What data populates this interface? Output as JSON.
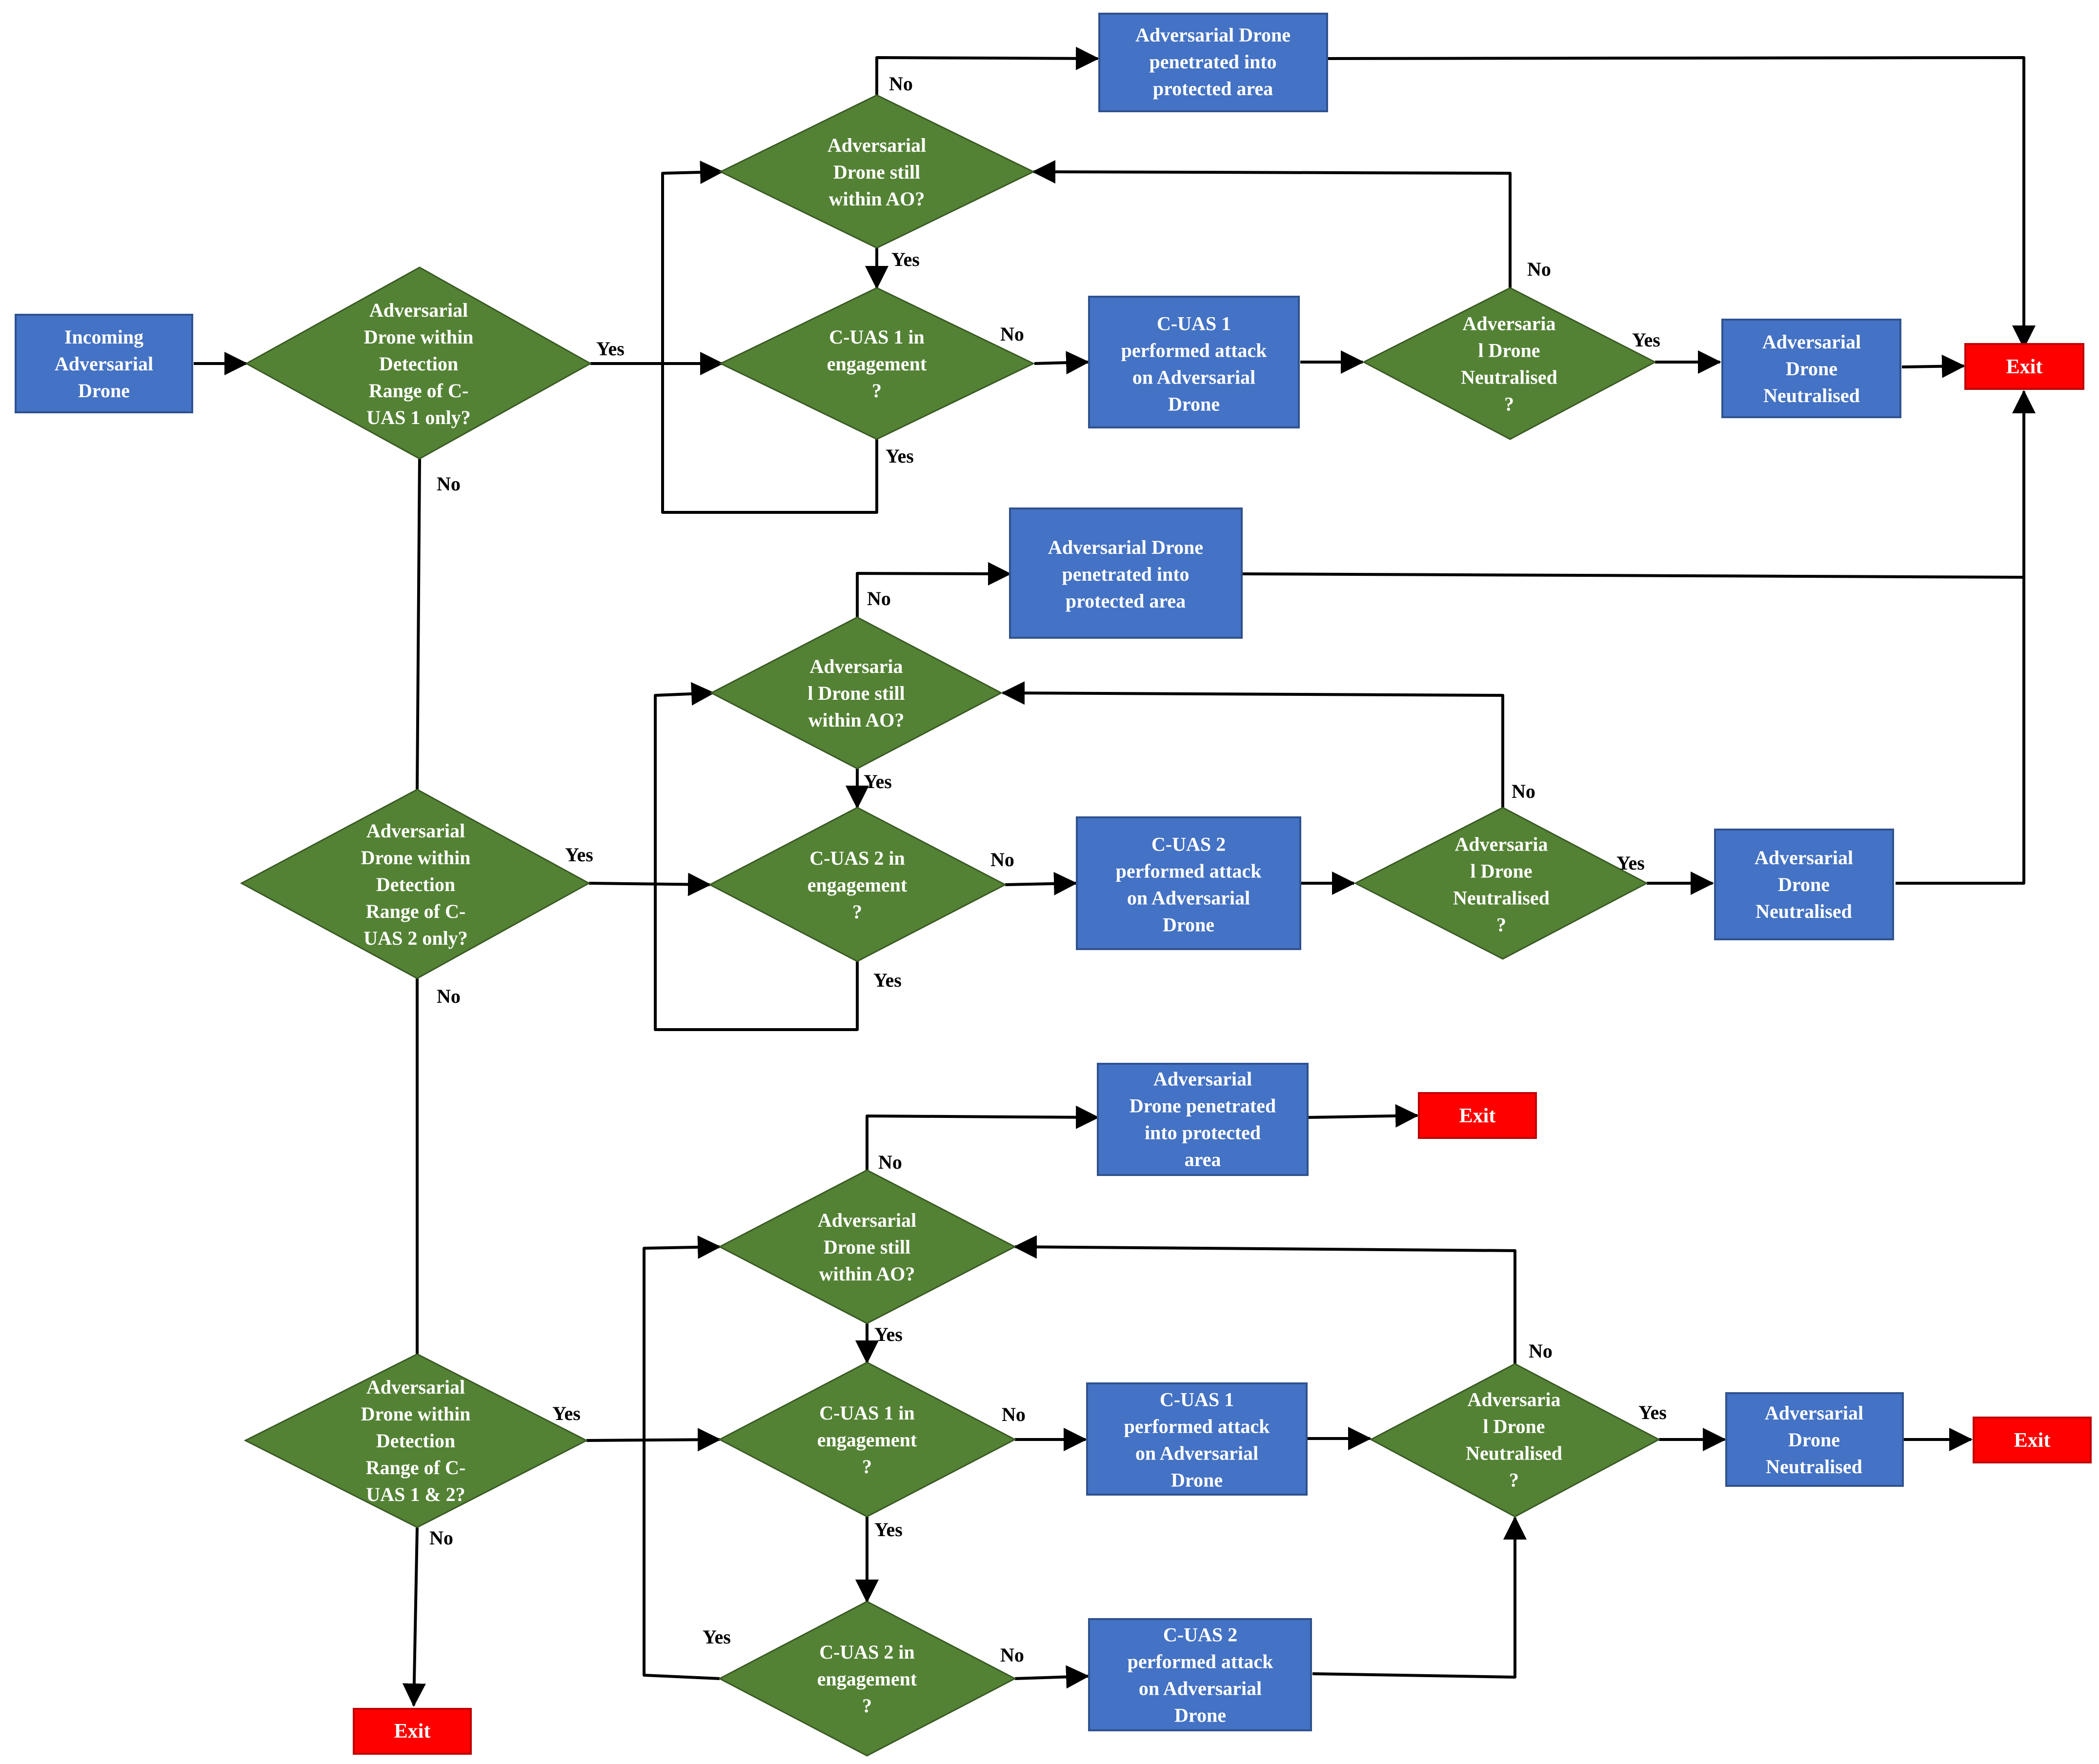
{
  "colors": {
    "process_box": "#4472C4",
    "decision_diamond": "#548235",
    "exit_box": "#FF0000",
    "text_on_shape": "#FFFFFF",
    "connector": "#000000"
  },
  "labels": {
    "incoming": [
      "Incoming",
      "Adversarial",
      "Drone"
    ],
    "range_cuas1": [
      "Adversarial",
      "Drone within",
      "Detection",
      "Range of C-",
      "UAS 1 only?"
    ],
    "range_cuas2": [
      "Adversarial",
      "Drone within",
      "Detection",
      "Range of C-",
      "UAS 2 only?"
    ],
    "range_both": [
      "Adversarial",
      "Drone within",
      "Detection",
      "Range of C-",
      "UAS 1 & 2?"
    ],
    "penetrated_s1": [
      "Adversarial Drone",
      "penetrated into",
      "protected area"
    ],
    "still_ao_s1": [
      "Adversarial",
      "Drone still",
      "within AO?"
    ],
    "engage_s1": [
      "C-UAS 1 in",
      "engagement",
      "?"
    ],
    "attack_s1": [
      "C-UAS 1",
      "performed attack",
      "on Adversarial",
      "Drone"
    ],
    "neutralised_q_s1": [
      "Adversaria",
      "l Drone",
      "Neutralised",
      "?"
    ],
    "neutralised_s1": [
      "Adversarial",
      "Drone",
      "Neutralised"
    ],
    "penetrated_s2": [
      "Adversarial Drone",
      "penetrated into",
      "protected area"
    ],
    "still_ao_s2": [
      "Adversaria",
      "l Drone still",
      "within AO?"
    ],
    "engage_s2": [
      "C-UAS 2 in",
      "engagement",
      "?"
    ],
    "attack_s2": [
      "C-UAS 2",
      "performed attack",
      "on Adversarial",
      "Drone"
    ],
    "neutralised_q_s2": [
      "Adversaria",
      "l Drone",
      "Neutralised",
      "?"
    ],
    "neutralised_s2": [
      "Adversarial",
      "Drone",
      "Neutralised"
    ],
    "penetrated_s3": [
      "Adversarial",
      "Drone penetrated",
      "into protected",
      "area"
    ],
    "still_ao_s3": [
      "Adversarial",
      "Drone still",
      "within AO?"
    ],
    "engage1_s3": [
      "C-UAS 1 in",
      "engagement",
      "?"
    ],
    "engage2_s3": [
      "C-UAS 2 in",
      "engagement",
      "?"
    ],
    "attack1_s3": [
      "C-UAS 1",
      "performed attack",
      "on Adversarial",
      "Drone"
    ],
    "attack2_s3": [
      "C-UAS 2",
      "performed attack",
      "on Adversarial",
      "Drone"
    ],
    "neutralised_q_s3": [
      "Adversaria",
      "l Drone",
      "Neutralised",
      "?"
    ],
    "neutralised_s3": [
      "Adversarial",
      "Drone",
      "Neutralised"
    ],
    "exit_top": [
      "Exit"
    ],
    "exit_penetrated_s3": [
      "Exit"
    ],
    "exit_neutralised_s3": [
      "Exit"
    ],
    "exit_bottom": [
      "Exit"
    ]
  },
  "edge_labels": {
    "yes": "Yes",
    "no": "No"
  }
}
